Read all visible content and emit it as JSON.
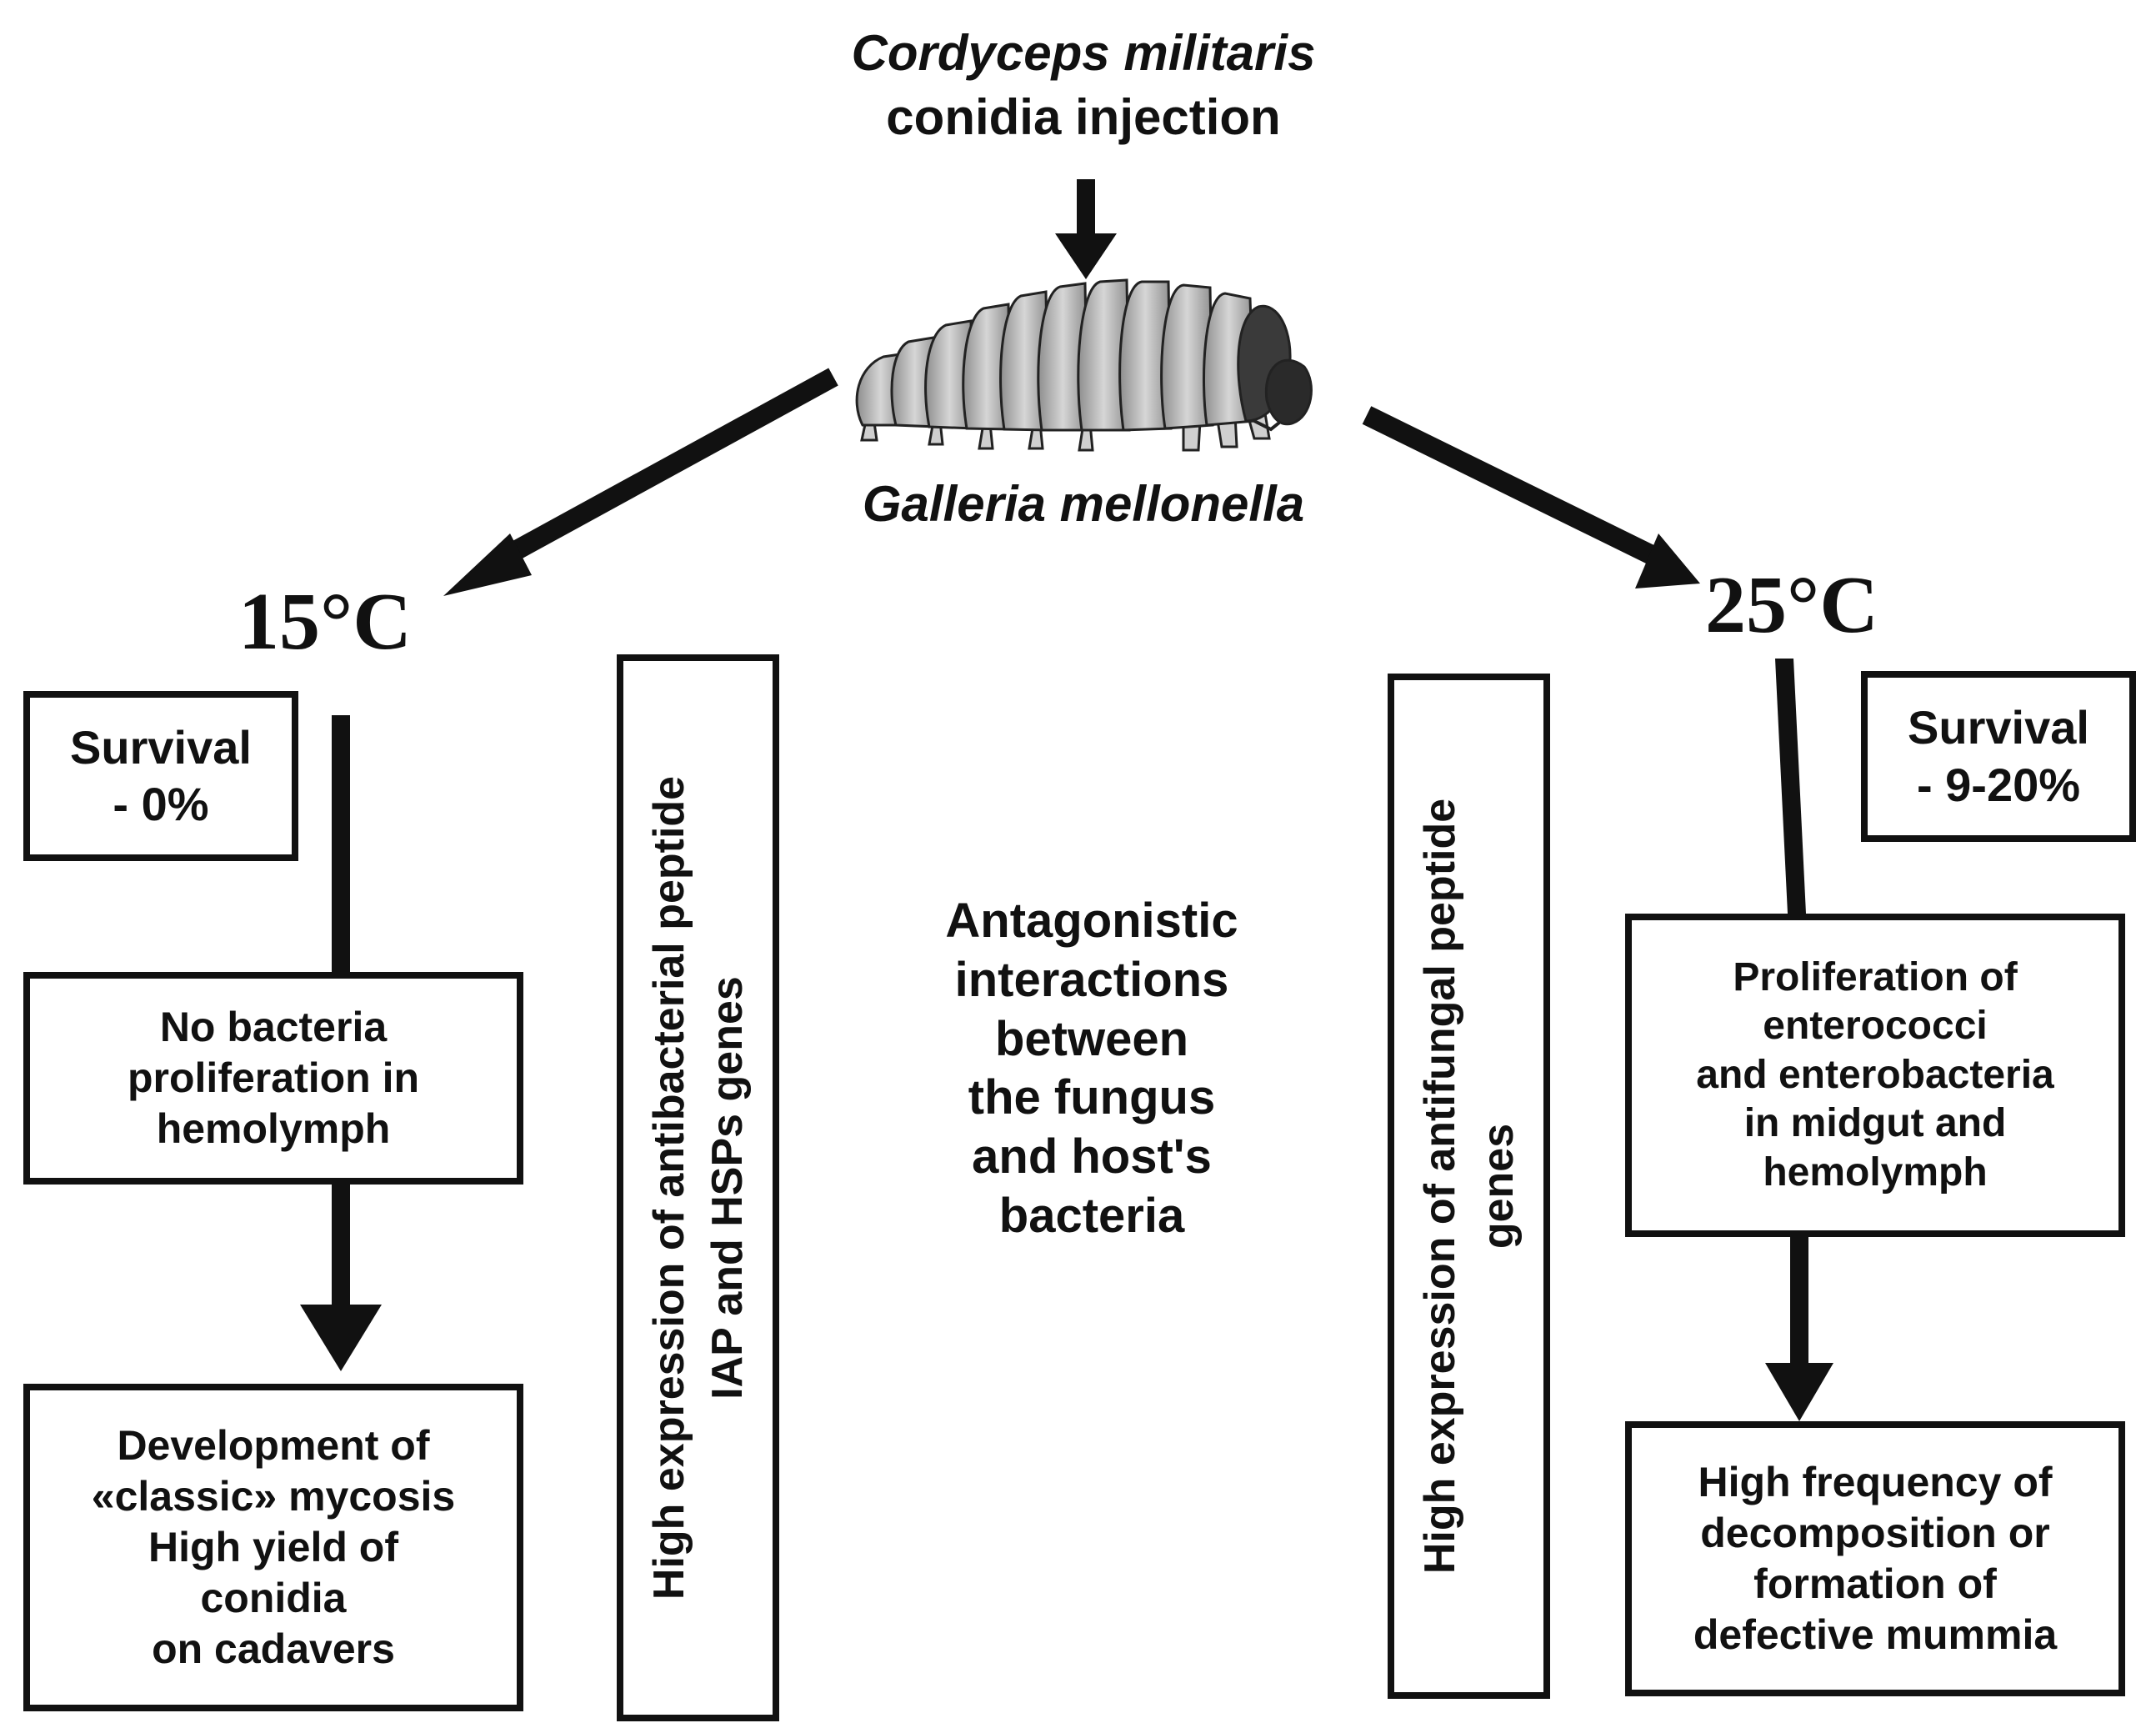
{
  "top_title": {
    "line1": "Cordyceps militaris",
    "line2": "conidia injection"
  },
  "host_label": "Galleria mellonella",
  "left_branch": {
    "temperature": "15°C",
    "survival": "Survival\n- 0%",
    "step1": "No bacteria\nproliferation in\nhemolymph",
    "step2": "Development of\n«classic» mycosis\nHigh yield of\nconidia\non cadavers",
    "expression": "High expression of antibacterial peptide\nIAP and HSPs genes"
  },
  "center_text": "Antagonistic\ninteractions\nbetween\nthe fungus\nand  host's\nbacteria",
  "right_branch": {
    "temperature": "25°C",
    "survival": "Survival\n- 9-20%",
    "step1": "Proliferation of\nenterococci\nand enterobacteria\nin midgut and\nhemolymph",
    "step2": "High frequency of\ndecomposition or\nformation of\ndefective mummia",
    "expression": "High expression of antifungal peptide\ngenes"
  },
  "icons": {
    "larva": "larva-icon",
    "arrow": "arrow-icon"
  },
  "colors": {
    "ink": "#111111",
    "larva_body": "#b8b8b8",
    "larva_head": "#3a3a3a"
  }
}
